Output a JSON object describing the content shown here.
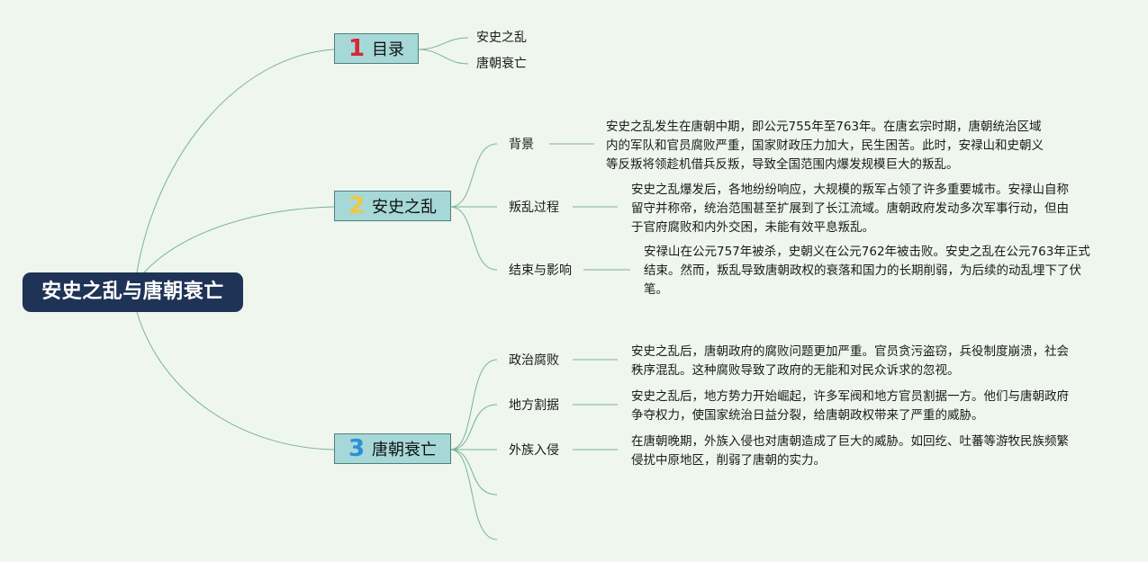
{
  "root": {
    "label": "安史之乱与唐朝衰亡"
  },
  "colors": {
    "one": "#d42a37",
    "two": "#f3c642",
    "three": "#2a8fd8",
    "line": "#79b39a"
  },
  "branches": [
    {
      "number": "1",
      "label": "目录",
      "children": [
        "安史之乱",
        "唐朝衰亡"
      ]
    },
    {
      "number": "2",
      "label": "安史之乱",
      "children": [
        {
          "label": "背景",
          "text": "安史之乱发生在唐朝中期，即公元755年至763年。在唐玄宗时期，唐朝统治区域内的军队和官员腐败严重，国家财政压力加大，民生困苦。此时，安禄山和史朝义等反叛将领趁机借兵反叛，导致全国范围内爆发规模巨大的叛乱。"
        },
        {
          "label": "叛乱过程",
          "text": "安史之乱爆发后，各地纷纷响应，大规模的叛军占领了许多重要城市。安禄山自称留守并称帝，统治范围甚至扩展到了长江流域。唐朝政府发动多次军事行动，但由于官府腐败和内外交困，未能有效平息叛乱。"
        },
        {
          "label": "结束与影响",
          "text": "安禄山在公元757年被杀，史朝义在公元762年被击败。安史之乱在公元763年正式结束。然而，叛乱导致唐朝政权的衰落和国力的长期削弱，为后续的动乱埋下了伏笔。"
        }
      ]
    },
    {
      "number": "3",
      "label": "唐朝衰亡",
      "children": [
        {
          "label": "政治腐败",
          "text": "安史之乱后，唐朝政府的腐败问题更加严重。官员贪污盗窃，兵役制度崩溃，社会秩序混乱。这种腐败导致了政府的无能和对民众诉求的忽视。"
        },
        {
          "label": "地方割据",
          "text": "安史之乱后，地方势力开始崛起，许多军阀和地方官员割据一方。他们与唐朝政府争夺权力，使国家统治日益分裂，给唐朝政权带来了严重的威胁。"
        },
        {
          "label": "外族入侵",
          "text": "在唐朝晚期，外族入侵也对唐朝造成了巨大的威胁。如回纥、吐蕃等游牧民族频繁侵扰中原地区，削弱了唐朝的实力。"
        }
      ]
    }
  ]
}
